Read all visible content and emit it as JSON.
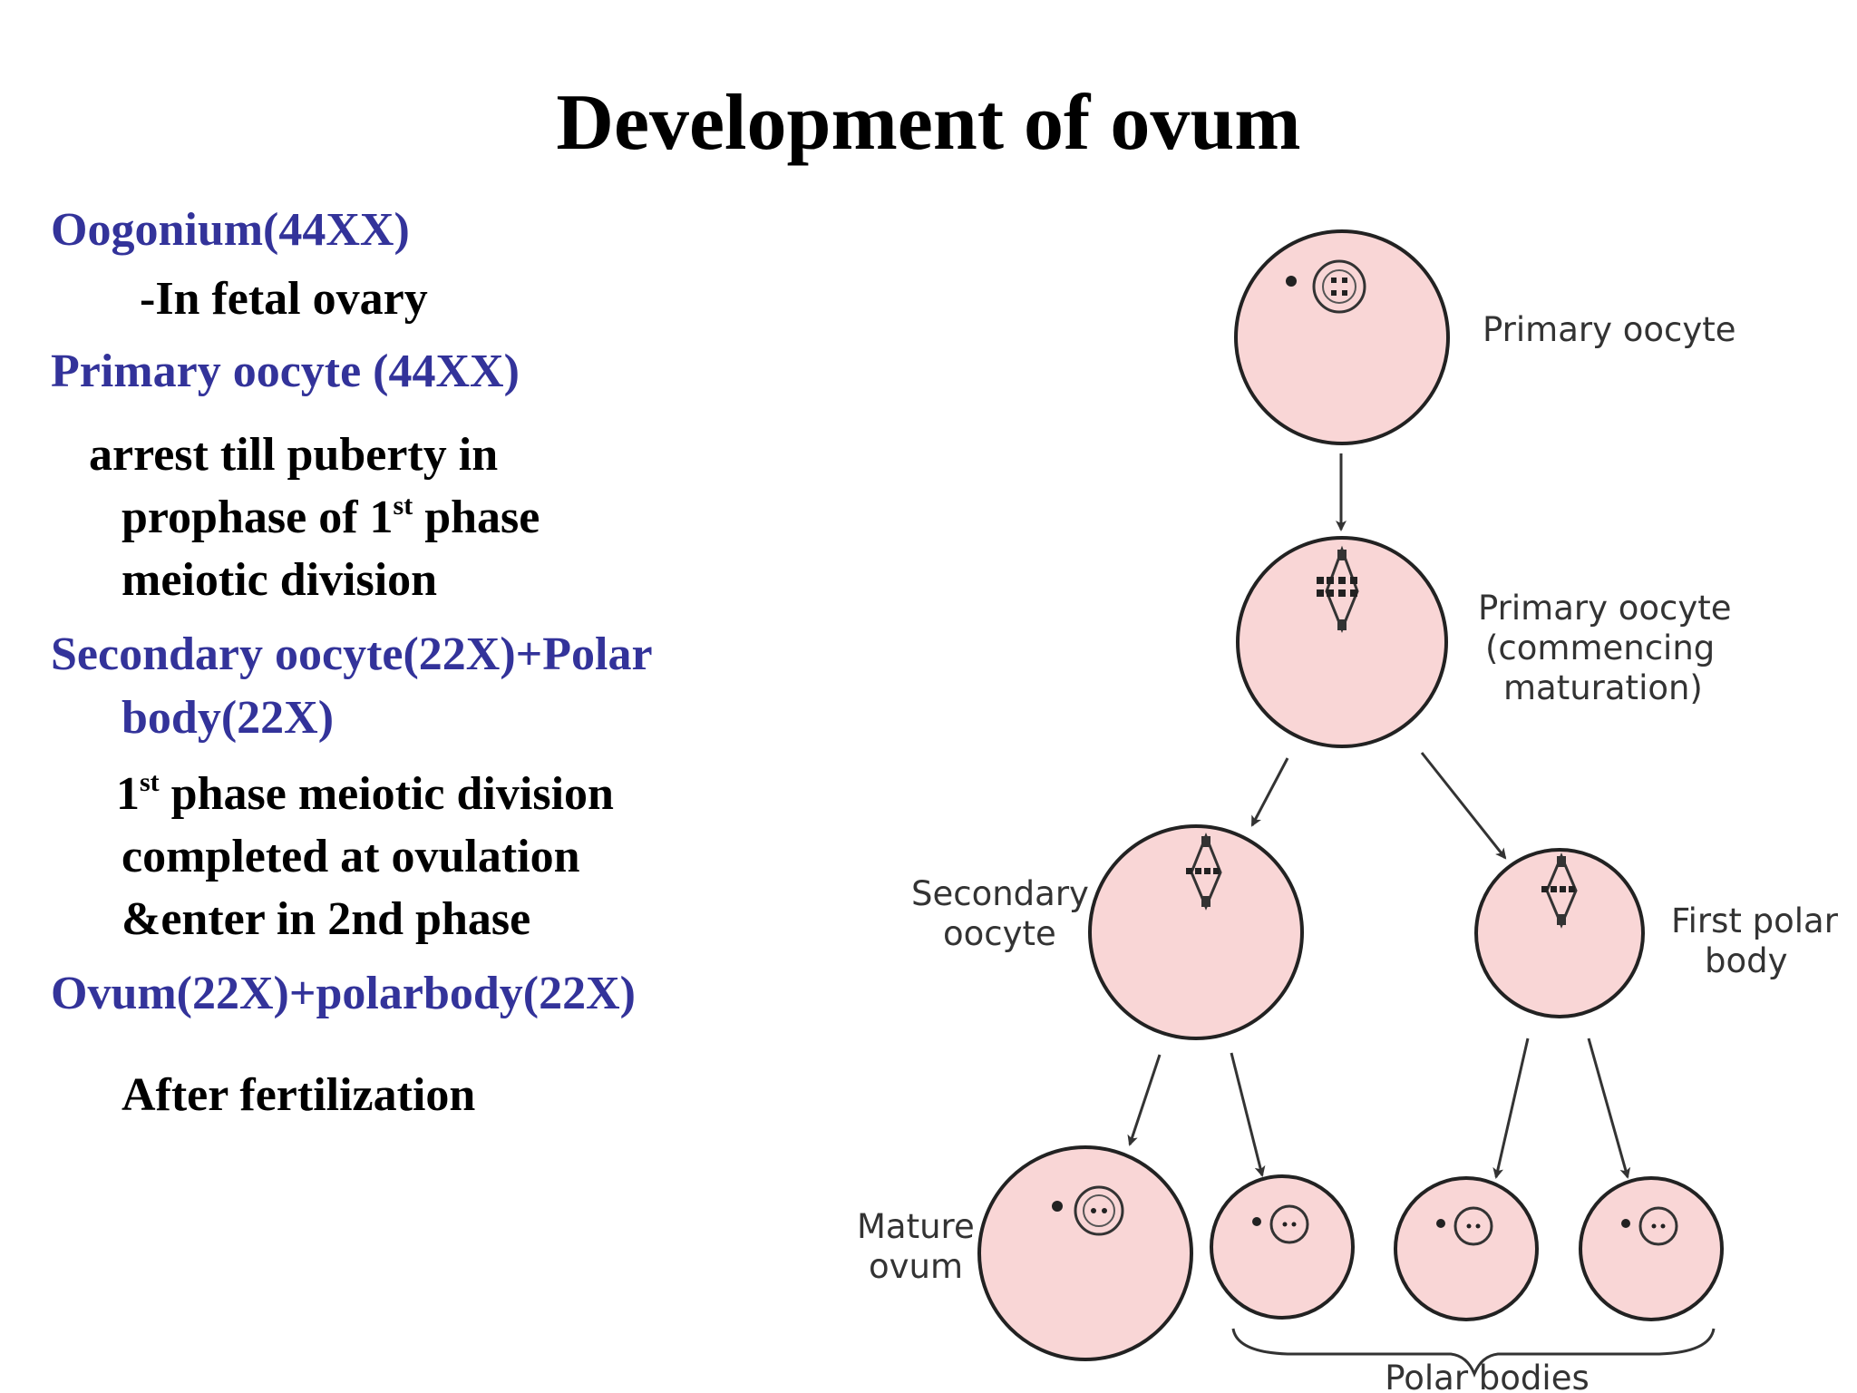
{
  "title": "Development of ovum",
  "text": {
    "oogonium": "Oogonium(44XX)",
    "oogonium_note": "-In fetal ovary",
    "primary": "Primary oocyte (44XX)",
    "primary_note_1": "arrest till puberty in",
    "primary_note_2_pre": "prophase of 1",
    "primary_note_2_sup": "st",
    "primary_note_2_post": " phase",
    "primary_note_3": "meiotic division",
    "secondary_1": "Secondary oocyte(22X)+Polar",
    "secondary_2": "body(22X)",
    "secondary_note_1_pre": "1",
    "secondary_note_1_sup": "st",
    "secondary_note_1_post": " phase meiotic division",
    "secondary_note_2": "completed at ovulation",
    "secondary_note_3": "&enter in 2nd phase",
    "ovum": "Ovum(22X)+polarbody(22X)",
    "ovum_note": "After fertilization"
  },
  "diagram": {
    "cell_fill": "#f9d6d6",
    "cell_stroke": "#222222",
    "labels": {
      "primary_1": "Primary oocyte",
      "primary_2a": "Primary oocyte",
      "primary_2b": "(commencing",
      "primary_2c": "maturation)",
      "secondary_a": "Secondary",
      "secondary_b": "oocyte",
      "first_polar_a": "First polar",
      "first_polar_b": "body",
      "mature_a": "Mature",
      "mature_b": "ovum",
      "polar_bodies": "Polar bodies"
    }
  }
}
